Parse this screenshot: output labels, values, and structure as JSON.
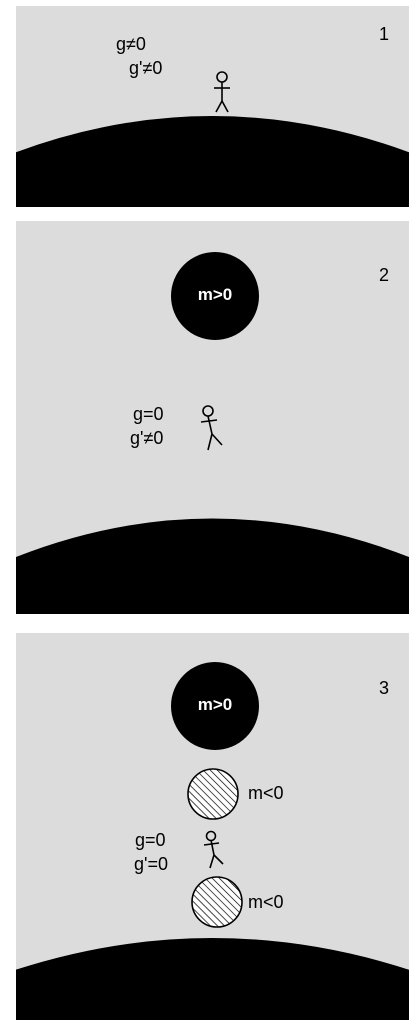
{
  "panels": [
    {
      "number": "1",
      "label_g": "g≠0",
      "label_gprime": "g'≠0"
    },
    {
      "number": "2",
      "mass_label": "m>0",
      "label_g": "g=0",
      "label_gprime": "g'≠0"
    },
    {
      "number": "3",
      "mass_label": "m>0",
      "neg_mass_label_top": "m<0",
      "neg_mass_label_bottom": "m<0",
      "label_g": "g=0",
      "label_gprime": "g'=0"
    }
  ],
  "colors": {
    "background": "#dcdcdc",
    "planet": "#000000",
    "positive_mass": "#000000",
    "negative_mass_fill": "hatched"
  }
}
